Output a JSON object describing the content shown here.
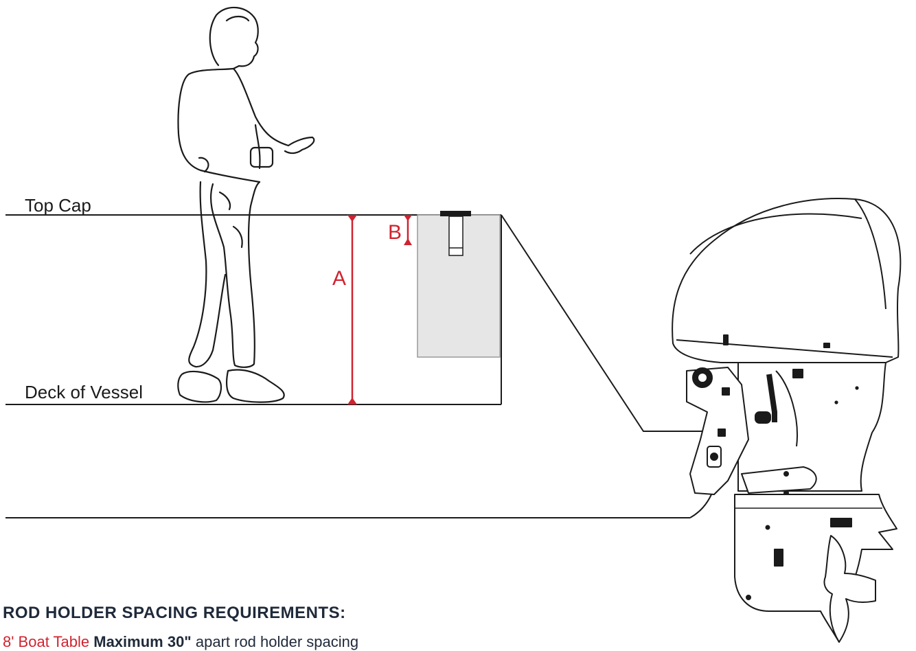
{
  "labels": {
    "top_cap": "Top Cap",
    "deck": "Deck of Vessel",
    "dim_a": "A",
    "dim_b": "B"
  },
  "heading": "ROD HOLDER SPACING REQUIREMENTS:",
  "subline": {
    "link": "8' Boat Table",
    "bold": "Maximum 30\"",
    "rest": "apart rod holder spacing"
  },
  "colors": {
    "line": "#1a1a1a",
    "accent": "#d0232f",
    "fill": "#e6e6e6",
    "heading": "#1f2a3a"
  },
  "icons": [
    "person-figure",
    "outboard-engine",
    "rod-holder"
  ]
}
